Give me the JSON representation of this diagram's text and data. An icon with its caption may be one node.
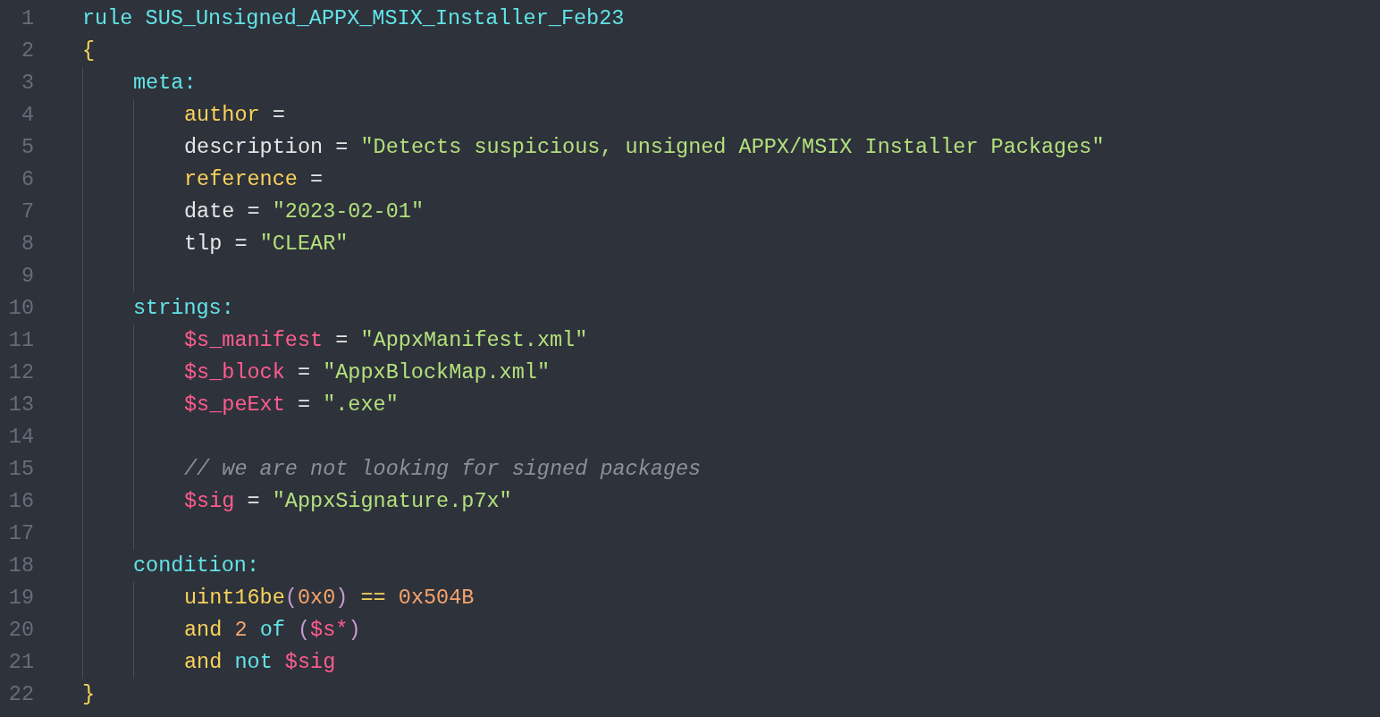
{
  "diagram": {
    "labels": [
      "1",
      "rule SUS_Unsigned_APPX_MSIX_Installer_Feb23",
      "2",
      "{",
      "3",
      "meta:",
      "4",
      "author =",
      "5",
      "description = \"Detects suspicious, unsigned APPX/MSIX Installer Packages\"",
      "6",
      "reference =",
      "7",
      "date = \"2023-02-01\"",
      "8",
      "tlp = \"CLEAR\"",
      "9",
      "10",
      "strings:",
      "11",
      "$s_manifest = \"AppxManifest.xml\"",
      "12",
      "$s_block = \"AppxBlockMap.xml\"",
      "13",
      "$s_peExt = \".exe\"",
      "14",
      "15",
      "// we are not looking for signed packages",
      "16",
      "$sig = \"AppxSignature.p7x\"",
      "17",
      "18",
      "condition:",
      "19",
      "uint16be(0x0) == 0x504B",
      "20",
      "and 2 of ($s*)",
      "21",
      "and not $sig",
      "22",
      "}"
    ]
  }
}
